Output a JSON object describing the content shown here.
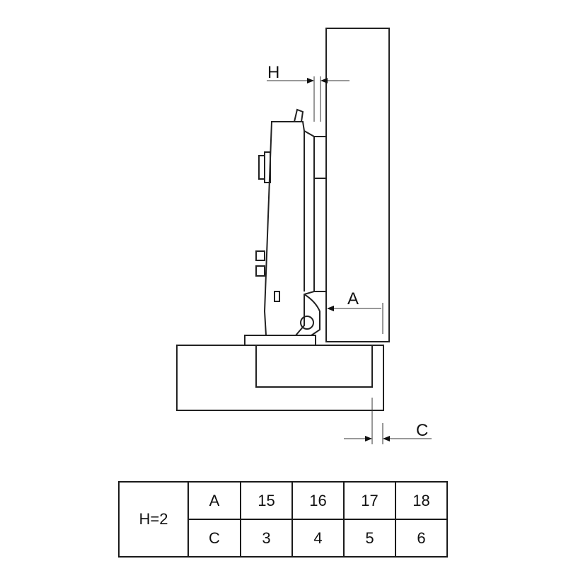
{
  "diagram": {
    "labels": {
      "h": "H",
      "a": "A",
      "c": "C"
    }
  },
  "table": {
    "condition": "H=2",
    "rows": [
      {
        "label": "A",
        "values": [
          "15",
          "16",
          "17",
          "18"
        ]
      },
      {
        "label": "C",
        "values": [
          "3",
          "4",
          "5",
          "6"
        ]
      }
    ]
  }
}
